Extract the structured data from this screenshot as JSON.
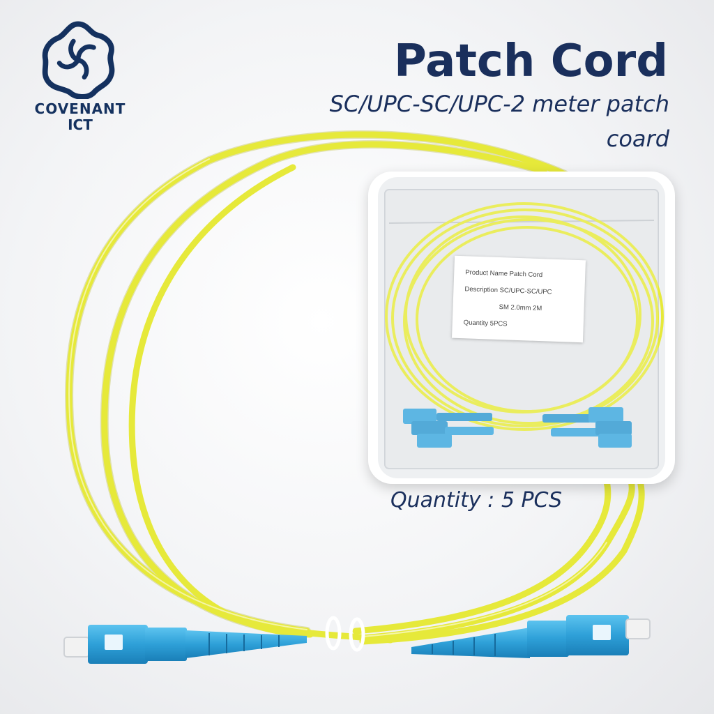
{
  "brand": {
    "logo_icon": "swirl-flower-icon",
    "name": "COVENANT",
    "sub": "ICT"
  },
  "headline": {
    "title": "Patch Cord",
    "subtitle": "SC/UPC-SC/UPC-2 meter patch coard"
  },
  "package_label": {
    "product_name": "Product Name Patch Cord",
    "description": "Description SC/UPC-SC/UPC",
    "spec": "SM  2.0mm 2M",
    "quantity": "Quantity 5PCS"
  },
  "quantity_caption": "Quantity : 5 PCS",
  "colors": {
    "brand_navy": "#14315f",
    "cable_yellow": "#e6e93a",
    "connector_blue": "#2ea0d8",
    "text_navy": "#1a2f5c"
  }
}
